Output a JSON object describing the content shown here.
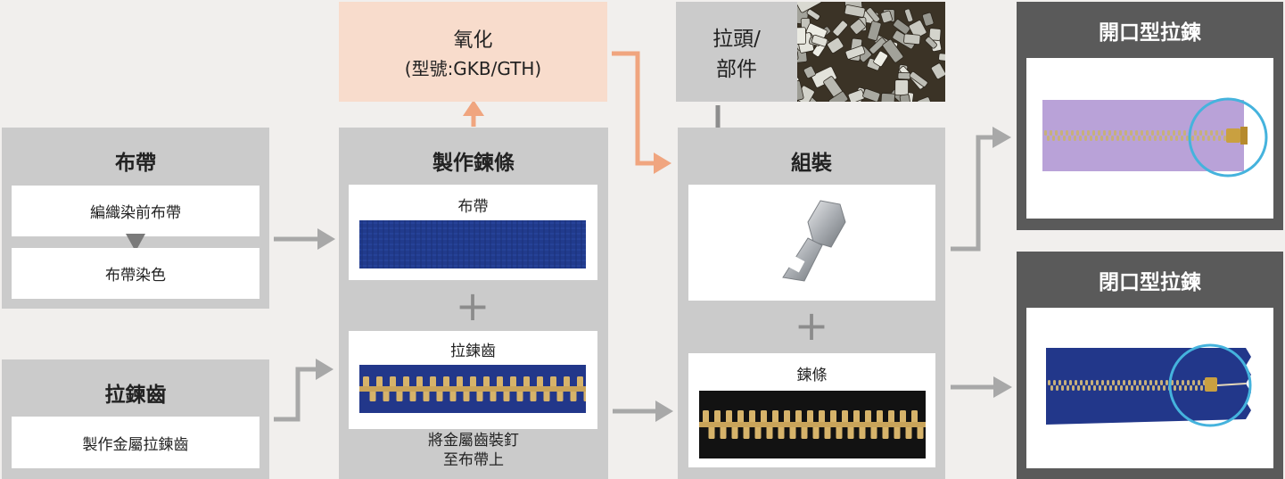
{
  "fabric": {
    "title": "布帶",
    "step1": "編織染前布帶",
    "step2": "布帶染色"
  },
  "teeth": {
    "title": "拉鍊齒",
    "step1": "製作金屬拉鍊齒"
  },
  "make_chain": {
    "title": "製作鍊條",
    "tape_label": "布帶",
    "teeth_label": "拉鍊齒",
    "note_line1": "將金屬齒裝釘",
    "note_line2": "至布帶上"
  },
  "oxidation": {
    "line1": "氧化",
    "line2": "(型號:GKB/GTH)"
  },
  "slider_parts": {
    "line1": "拉頭/",
    "line2": "部件"
  },
  "assembly": {
    "title": "組裝",
    "chain_label": "鍊條"
  },
  "open_zipper": {
    "title": "開口型拉鍊"
  },
  "closed_zipper": {
    "title": "閉口型拉鍊"
  },
  "colors": {
    "panel": "#cbcbcb",
    "dark_panel": "#5a5a5a",
    "oxidation_fill": "#f8dccc",
    "oxidation_arrow": "#f0a57f",
    "gray_arrow": "#a8a8a8",
    "highlight_circle": "#45b3dd",
    "tape_blue": "#1f3a8c",
    "open_tape": "#b9a2d8",
    "brass": "#d6b36a"
  }
}
